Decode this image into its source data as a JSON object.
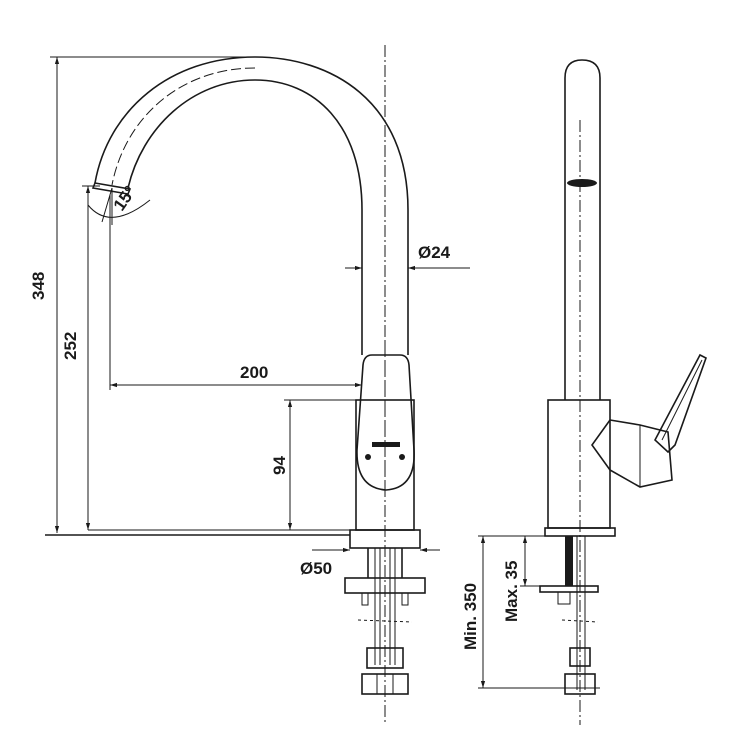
{
  "title": "Kitchen faucet technical drawing",
  "front_view": {
    "dimensions": {
      "total_height": "348",
      "spout_height": "252",
      "spout_reach": "200",
      "body_height": "94",
      "spout_diameter": "Ø24",
      "base_diameter": "Ø50",
      "spout_angle": "15°"
    }
  },
  "side_view": {
    "dimensions": {
      "min_pipe": "Min. 350",
      "max_counter": "Max. 35"
    }
  },
  "colors": {
    "line": "#1a1a1a",
    "background": "#ffffff"
  }
}
